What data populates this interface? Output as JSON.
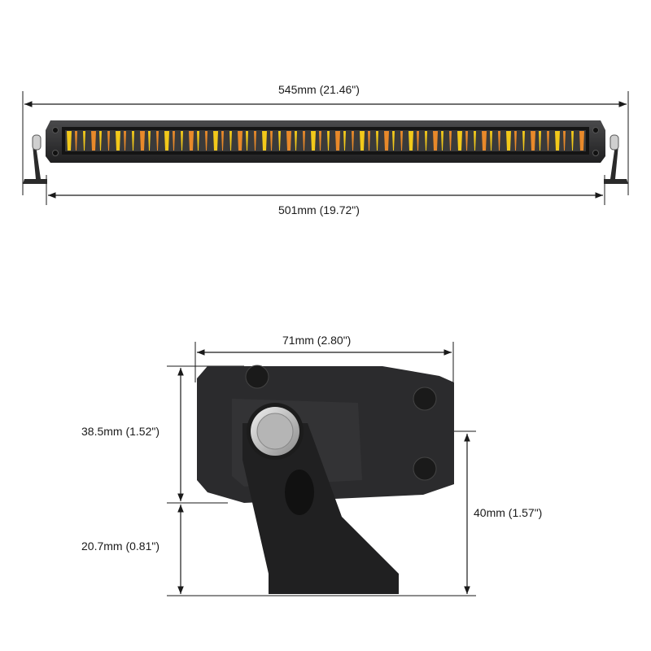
{
  "diagram": {
    "subject": "LED light bar dimension drawing",
    "front_view": {
      "overall_width": "545mm (21.46\")",
      "mounting_width": "501mm (19.72\")"
    },
    "side_view": {
      "depth": "71mm (2.80\")",
      "housing_height": "38.5mm (1.52\")",
      "bracket_height": "20.7mm (0.81\")",
      "pivot_height": "40mm (1.57\")"
    },
    "colors": {
      "housing": "#2b2b2d",
      "led_yellow": "#f2c91a",
      "led_orange": "#e8892a",
      "dimension_line": "#1a1a1a"
    }
  }
}
